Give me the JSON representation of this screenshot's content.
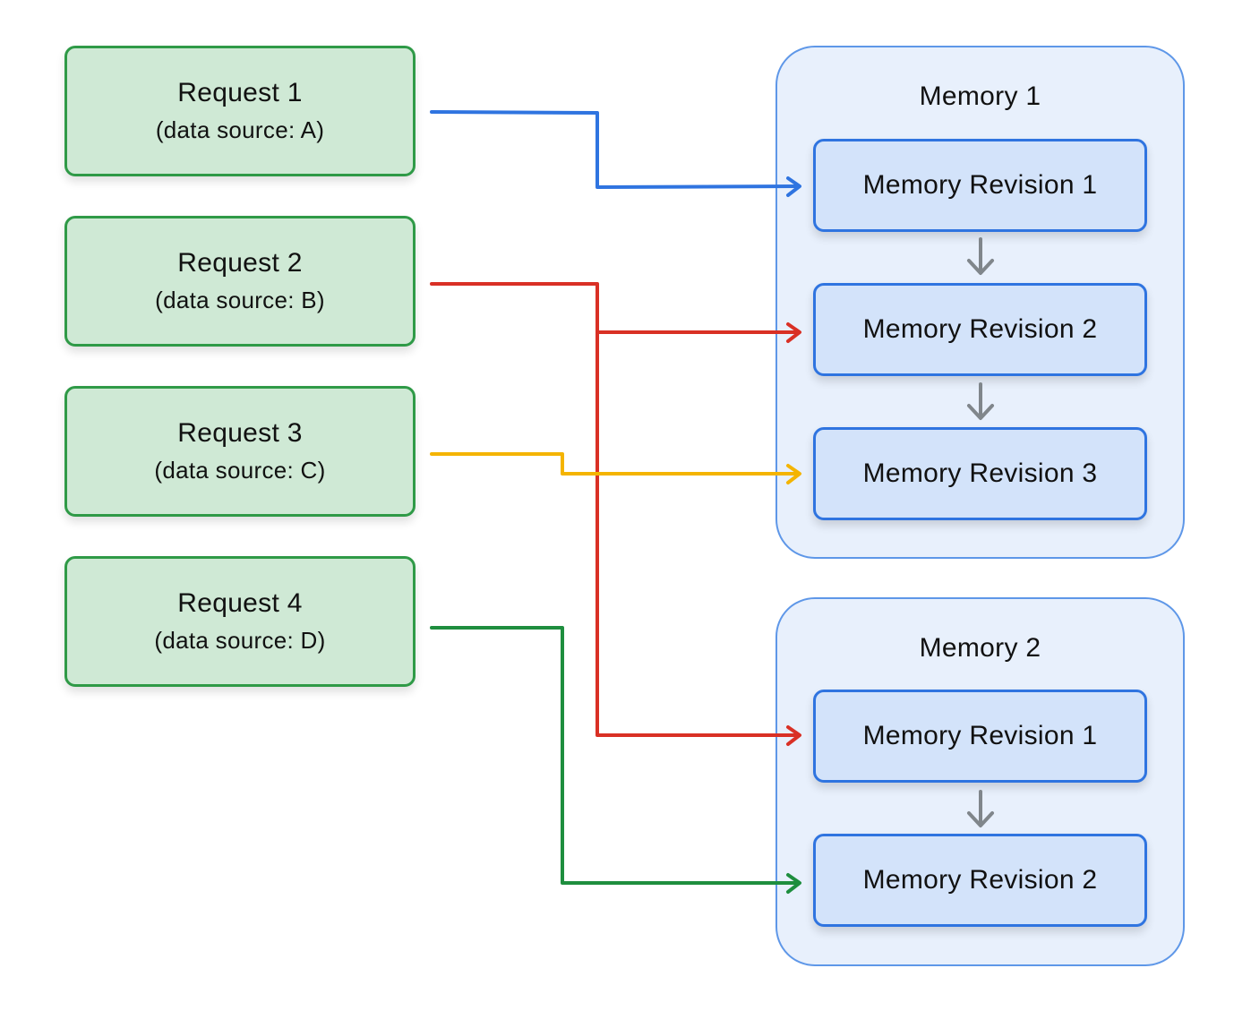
{
  "requests": [
    {
      "title": "Request 1",
      "source": "(data source: A)"
    },
    {
      "title": "Request 2",
      "source": "(data source: B)"
    },
    {
      "title": "Request 3",
      "source": "(data source: C)"
    },
    {
      "title": "Request 4",
      "source": "(data source: D)"
    }
  ],
  "memories": [
    {
      "title": "Memory 1",
      "revisions": [
        "Memory Revision 1",
        "Memory Revision 2",
        "Memory Revision 3"
      ]
    },
    {
      "title": "Memory 2",
      "revisions": [
        "Memory Revision 1",
        "Memory Revision 2"
      ]
    }
  ],
  "colors": {
    "request_fill": "#cfe9d5",
    "request_border": "#2f9a47",
    "memory_fill": "#e8f0fc",
    "memory_border": "#5e97e8",
    "revision_fill": "#d3e3fa",
    "revision_border": "#2f74e0",
    "connector_request_1": "#2f74e0",
    "connector_request_2": "#d93025",
    "connector_request_3": "#f4b400",
    "connector_request_4": "#1e8e3e",
    "revision_arrow": "#80868b"
  }
}
